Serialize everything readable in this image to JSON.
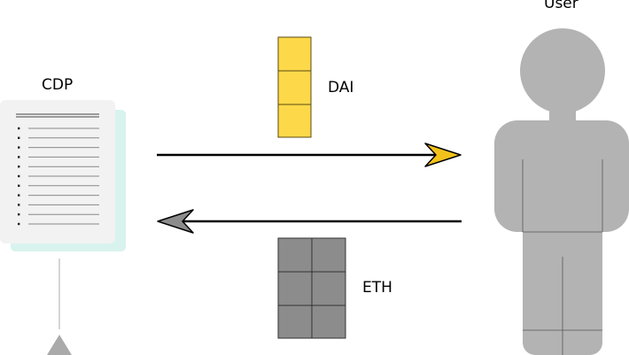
{
  "labels": {
    "cdp": "CDP",
    "user": "User",
    "dai": "DAI",
    "eth": "ETH"
  },
  "colors": {
    "dai_fill": "#fdd94a",
    "dai_stroke": "#5a4a10",
    "eth_fill": "#8c8c8c",
    "eth_stroke": "#333333",
    "user_fill": "#b3b3b3",
    "document_bg": "#f2f2f2",
    "document_shadow": "#d8f3ee",
    "dai_arrowhead": "#f2c21b",
    "eth_arrowhead": "#8c8c8c"
  },
  "icons": [
    "document-icon",
    "person-icon",
    "dai-token-stack-icon",
    "eth-token-stack-icon",
    "right-arrow-icon",
    "left-arrow-icon",
    "triangle-icon"
  ]
}
